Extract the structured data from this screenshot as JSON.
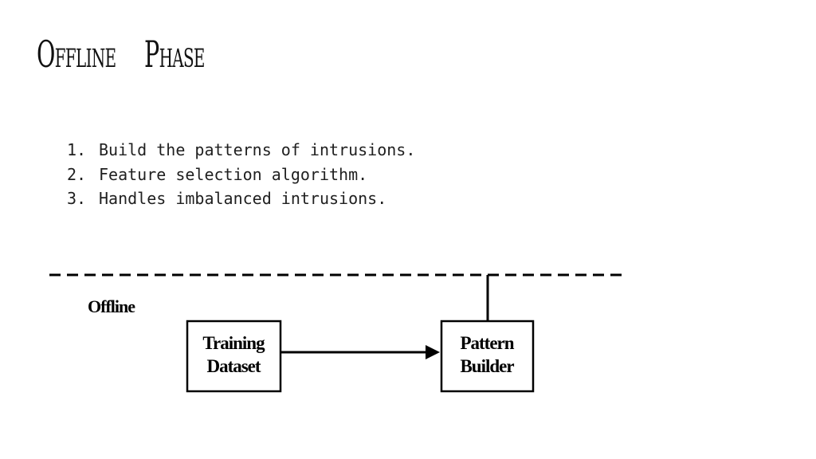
{
  "slide": {
    "title_words": [
      "Offline",
      "Phase"
    ],
    "bullets": [
      {
        "num": "1.",
        "text": "Build the patterns of intrusions."
      },
      {
        "num": "2.",
        "text": "Feature selection algorithm."
      },
      {
        "num": "3.",
        "text": "Handles imbalanced intrusions."
      }
    ]
  },
  "diagram": {
    "section_label": "Offline",
    "nodes": [
      {
        "id": "training-dataset",
        "lines": [
          "Training",
          "Dataset"
        ]
      },
      {
        "id": "pattern-builder",
        "lines": [
          "Pattern",
          "Builder"
        ]
      }
    ],
    "edges": [
      {
        "from": "training-dataset",
        "to": "pattern-builder",
        "style": "solid-arrow"
      }
    ],
    "separator_style": "dashed"
  }
}
